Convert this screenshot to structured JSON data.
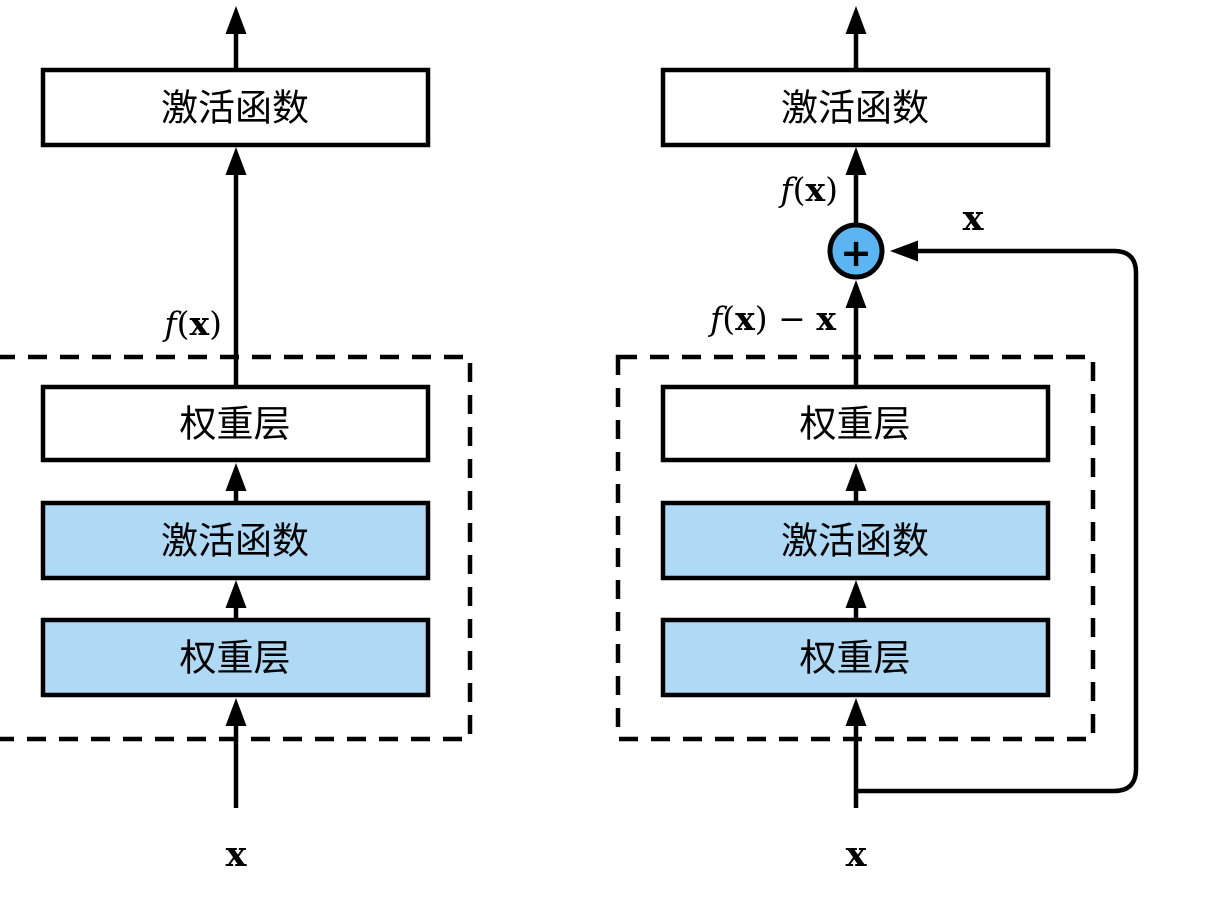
{
  "colors": {
    "background": "#ffffff",
    "box_white": "#ffffff",
    "box_blue": "#b0d9f6",
    "sum_circle_blue": "#5cb5f2",
    "stroke": "#000000"
  },
  "math": {
    "f": "f",
    "lparen": "(",
    "bold_x": "x",
    "rparen": ")",
    "minus": " − "
  },
  "plain_block": {
    "output_activation": "激活函数",
    "weight_layer_top": "权重层",
    "activation": "激活函数",
    "weight_layer_bottom": "权重层",
    "input_x": "x"
  },
  "residual_block": {
    "output_activation": "激活函数",
    "weight_layer_top": "权重层",
    "activation": "激活函数",
    "weight_layer_bottom": "权重层",
    "input_x": "x",
    "skip_x": "x",
    "plus": "+"
  }
}
